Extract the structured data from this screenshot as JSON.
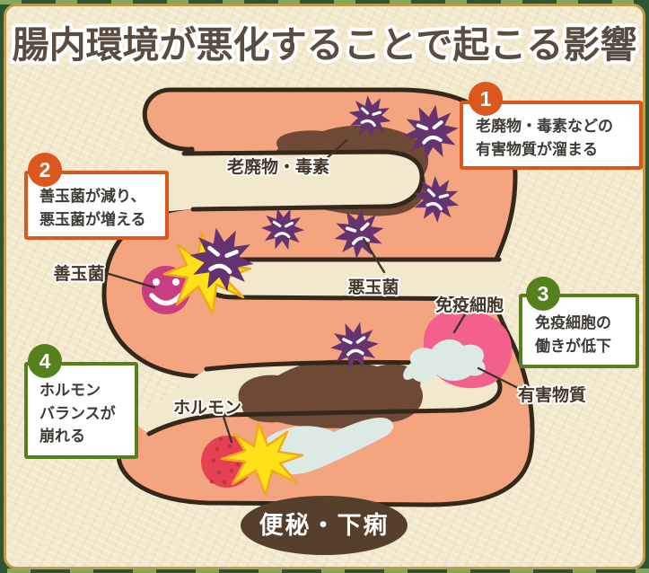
{
  "title": "腸内環境が悪化することで起こる影響",
  "callouts": [
    {
      "number": "1",
      "lines": [
        "老廃物・毒素などの",
        "有害物質が溜まる"
      ]
    },
    {
      "number": "2",
      "lines": [
        "善玉菌が減り、",
        "悪玉菌が増える"
      ]
    },
    {
      "number": "3",
      "lines": [
        "免疫細胞の",
        "働きが低下"
      ]
    },
    {
      "number": "4",
      "lines": [
        "ホルモン",
        "バランスが",
        "崩れる"
      ]
    }
  ],
  "labels": {
    "waste": "老廃物・毒素",
    "good_bacteria": "善玉菌",
    "bad_bacteria": "悪玉菌",
    "immune_cell": "免疫細胞",
    "harmful_substance": "有害物質",
    "hormone": "ホルモン"
  },
  "badge": {
    "text": "便秘・下痢"
  },
  "colors": {
    "accent_orange": "#dc571c",
    "accent_green": "#55801b",
    "intestine": "#f4a47f",
    "intestine_outline": "#34281b",
    "waste_brown": "#6d4936",
    "badge_brown": "#563e2d",
    "bad_bacteria_purple": "#643370",
    "good_bacteria_pink": "#c93e7e",
    "immune_cell_pink": "#f4608e",
    "hormone_red": "#e64152",
    "starburst_yellow": "#ffe11a",
    "paper": "#f2e8cd",
    "frame_green": "#2c5631"
  }
}
